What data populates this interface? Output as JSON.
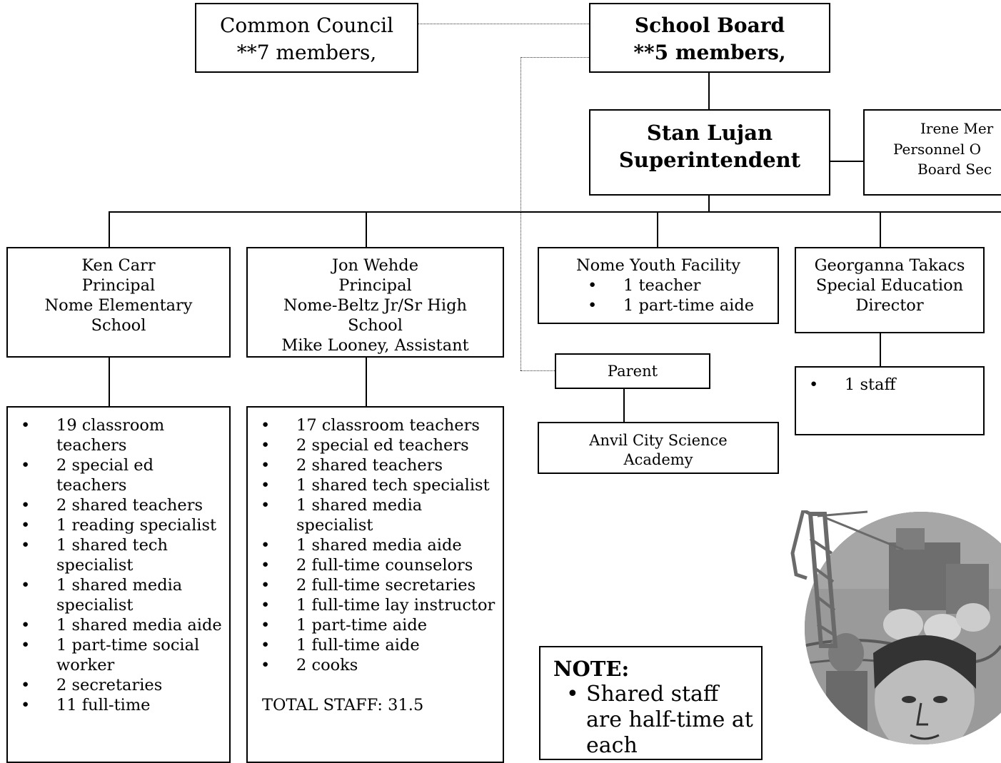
{
  "common_council": {
    "line1": "Common Council",
    "line2": "**7 members,"
  },
  "school_board": {
    "line1": "School Board",
    "line2": "**5 members,"
  },
  "superintendent": {
    "name": "Stan Lujan",
    "title": "Superintendent"
  },
  "personnel": {
    "line1": "Irene Mer",
    "line2": "Personnel O",
    "line3": "Board Sec"
  },
  "elementary": {
    "lines": [
      "Ken Carr",
      "Principal",
      "Nome Elementary",
      "School"
    ],
    "staff": [
      "19 classroom teachers",
      "2 special ed teachers",
      "2 shared teachers",
      "1 reading specialist",
      "1 shared tech specialist",
      "1 shared media specialist",
      "1 shared media aide",
      "1 part-time social worker",
      "2 secretaries",
      "11 full-time"
    ]
  },
  "high_school": {
    "lines": [
      "Jon Wehde",
      "Principal",
      "Nome-Beltz Jr/Sr High",
      "School",
      "Mike Looney, Assistant"
    ],
    "staff": [
      "17 classroom teachers",
      "2 special ed teachers",
      "2 shared teachers",
      "1 shared tech specialist",
      "1 shared media specialist",
      "1 shared media aide",
      "2 full-time counselors",
      "2 full-time secretaries",
      "1 full-time lay instructor",
      "1 part-time aide",
      "1 full-time aide",
      "2 cooks"
    ],
    "total": "TOTAL STAFF: 31.5"
  },
  "youth_facility": {
    "title": "Nome Youth Facility",
    "staff": [
      "1 teacher",
      "1 part-time aide"
    ]
  },
  "special_ed": {
    "lines": [
      "Georganna Takacs",
      "Special Education",
      "Director"
    ],
    "staff": [
      "1 staff"
    ]
  },
  "parent": {
    "label": "Parent"
  },
  "anvil": {
    "lines": [
      "Anvil City Science",
      "Academy"
    ]
  },
  "note": {
    "title": "NOTE:",
    "items": [
      "Shared staff are half-time at each"
    ]
  },
  "emblem": {
    "icon": "district-seal-icon",
    "color": "#7a7a7a"
  }
}
